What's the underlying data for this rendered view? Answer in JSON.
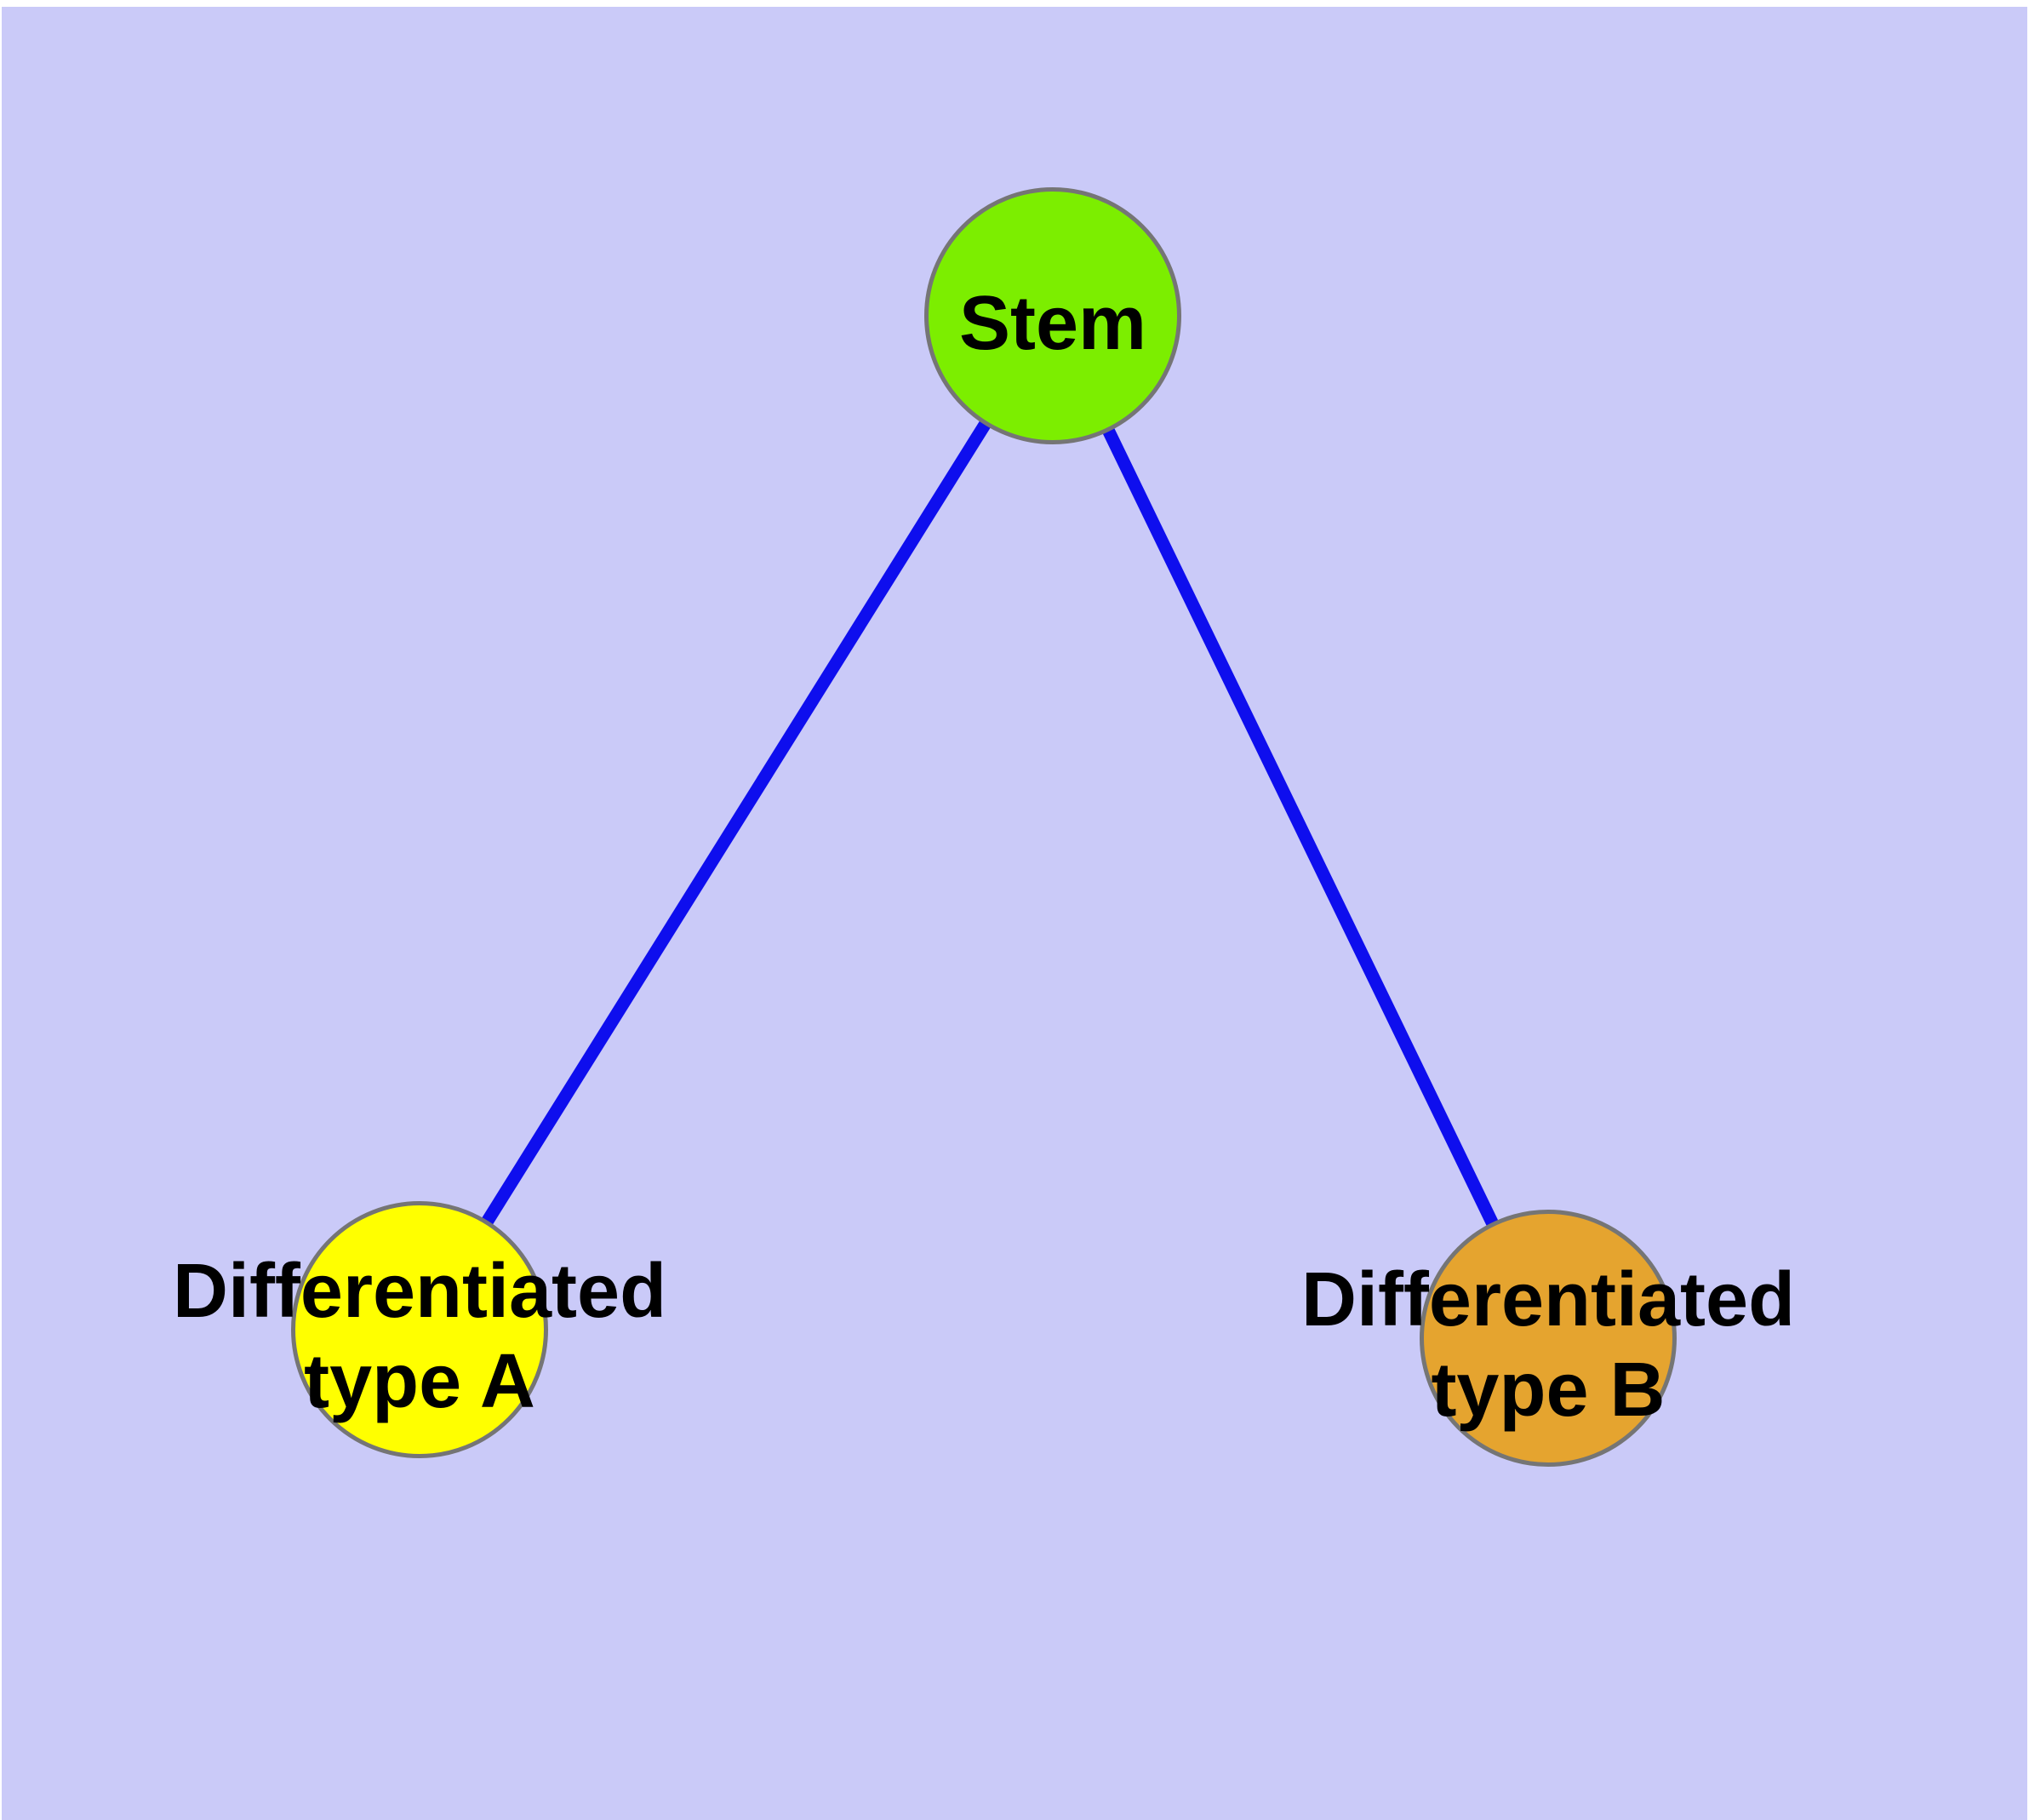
{
  "figure": {
    "description": "Stem cell differentiation graph",
    "background_color": "#CACAF8",
    "margin_color": "#FFFFFF",
    "edge_color": "#0E0EEE",
    "node_border_color": "#757575",
    "label_color": "#000000",
    "nodes": [
      {
        "id": "stem",
        "label": "Stem",
        "lines": [
          "Stem"
        ],
        "fill": "#7CEE00"
      },
      {
        "id": "type-a",
        "label": "Differentiated type A",
        "lines": [
          "Differentiated",
          "type A"
        ],
        "fill": "#FFFF00"
      },
      {
        "id": "type-b",
        "label": "Differentiated type B",
        "lines": [
          "Differentiated",
          "type B"
        ],
        "fill": "#E5A42F"
      }
    ],
    "edges": [
      {
        "from": "Stem",
        "to": "Differentiated type A"
      },
      {
        "from": "Stem",
        "to": "Differentiated type B"
      }
    ]
  }
}
